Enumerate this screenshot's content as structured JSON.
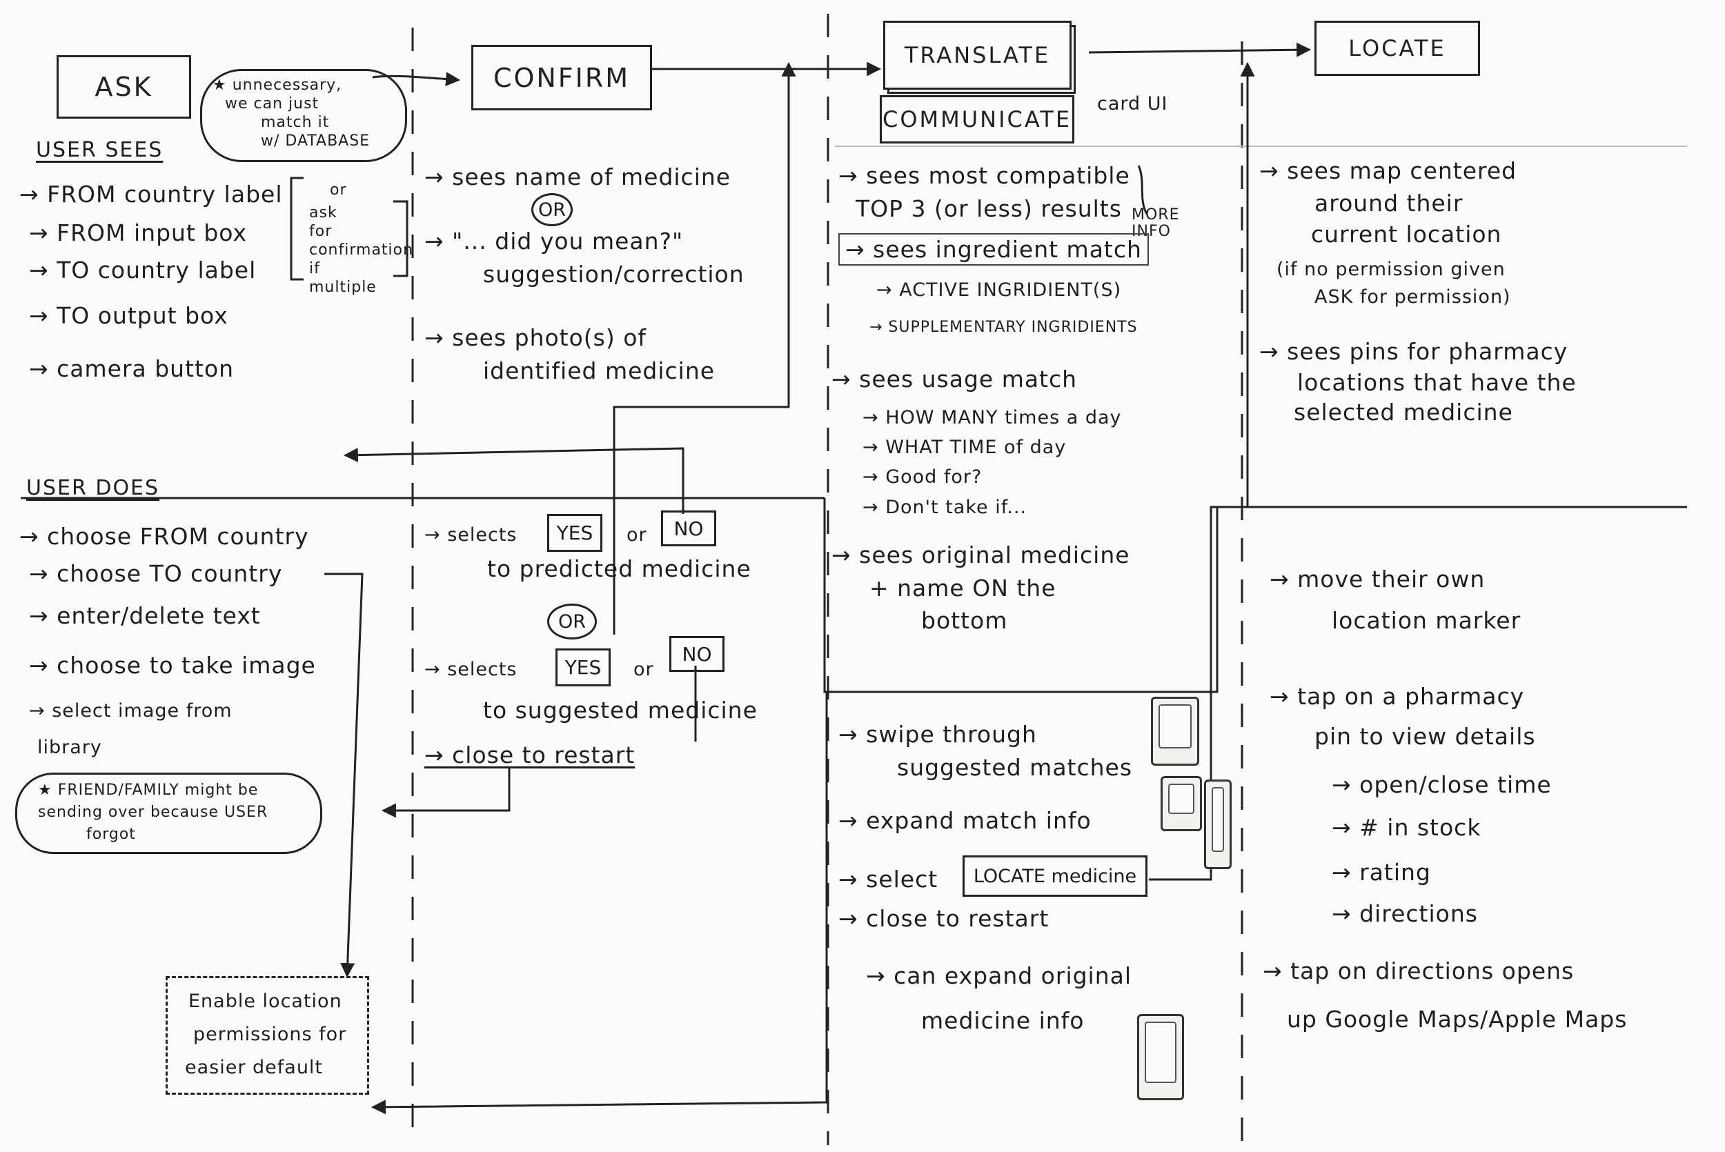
{
  "stages": {
    "ask": "ASK",
    "confirm": "CONFIRM",
    "translate": "TRANSLATE",
    "communicate": "COMMUNICATE",
    "locate": "LOCATE"
  },
  "annotations": {
    "card_ui": "card UI",
    "more_info": "MORE INFO",
    "cloud_note_lines": [
      "★ unnecessary,",
      "we can just",
      "match it",
      "w/ DATABASE"
    ],
    "or_small": "or",
    "confirm_note_lines": [
      "ask",
      "for",
      "confirmation",
      "if",
      "multiple"
    ]
  },
  "sections": {
    "user_sees": "USER SEES",
    "user_does": "USER DOES"
  },
  "ask_sees": [
    "→ FROM country label",
    "→ FROM input box",
    "→ TO country label",
    "→ TO output box",
    "→ camera button"
  ],
  "ask_does": [
    "→ choose FROM country",
    "→ choose TO country",
    "→ enter/delete text",
    "→ choose to take image",
    "→ select image from",
    "library"
  ],
  "friend_note_lines": [
    "★ FRIEND/FAMILY might be",
    "sending over because USER",
    "forgot"
  ],
  "enable_location_lines": [
    "Enable location",
    "permissions for",
    "easier default"
  ],
  "confirm_sees": {
    "l1": "→ sees name of medicine",
    "or": "OR",
    "l2": "→ \"... did you mean?\"",
    "l3": "suggestion/correction",
    "l4": "→ sees photo(s) of",
    "l5": "identified medicine"
  },
  "confirm_does": {
    "sel1_pre": "→ selects",
    "yes": "YES",
    "or_word": "or",
    "no": "NO",
    "sel1_post": "to predicted medicine",
    "or": "OR",
    "sel2_pre": "→ selects",
    "sel2_post": "to suggested medicine",
    "close": "→ close to restart"
  },
  "translate_sees": [
    "→ sees most compatible",
    "TOP 3 (or less) results",
    "→ sees ingredient match",
    "→ ACTIVE INGRIDIENT(S)",
    "→ SUPPLEMENTARY INGRIDIENTS",
    "→ sees usage match",
    "→ HOW MANY times a day",
    "→ WHAT TIME of day",
    "→ Good for?",
    "→ Don't take if...",
    "→ sees original medicine",
    "+ name ON the",
    "bottom"
  ],
  "translate_does": {
    "l1": "→ swipe through",
    "l2": "suggested matches",
    "l3": "→ expand match info",
    "l4_pre": "→ select",
    "l4_box": "LOCATE medicine",
    "l5": "→ close to restart",
    "l6": "→ can expand original",
    "l7": "medicine info"
  },
  "locate_sees": [
    "→ sees map centered",
    "around their",
    "current location",
    "(if no permission given",
    "ASK for permission)",
    "→ sees pins for pharmacy",
    "locations that have the",
    "selected medicine"
  ],
  "locate_does": [
    "→ move their own",
    "location marker",
    "→ tap on a pharmacy",
    "pin to view details",
    "→ open/close time",
    "→ # in stock",
    "→ rating",
    "→ directions",
    "→ tap on directions opens",
    "up Google Maps/Apple Maps"
  ]
}
